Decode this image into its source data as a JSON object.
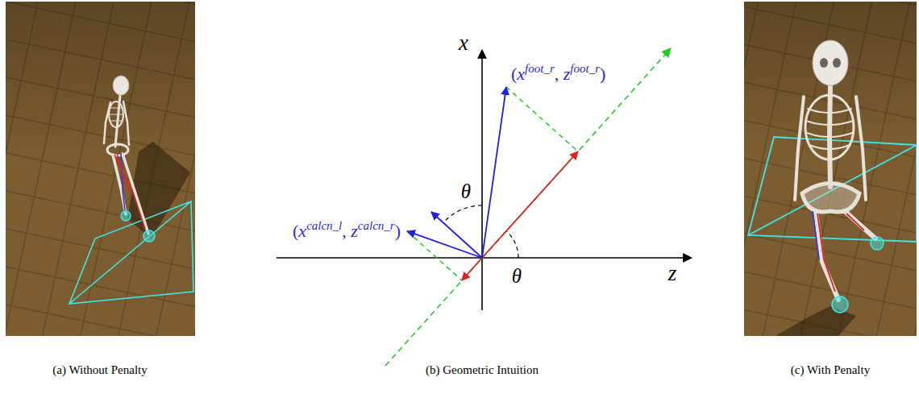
{
  "diagram": {
    "labels": [
      "x",
      "z",
      "θ",
      "θ",
      "(xfoot_r, zfoot_r)",
      "(xcalcn_l, zcalcn_r)",
      "(a) Without Penalty",
      "(b) Geometric Intuition",
      "(c) With Penalty"
    ]
  }
}
